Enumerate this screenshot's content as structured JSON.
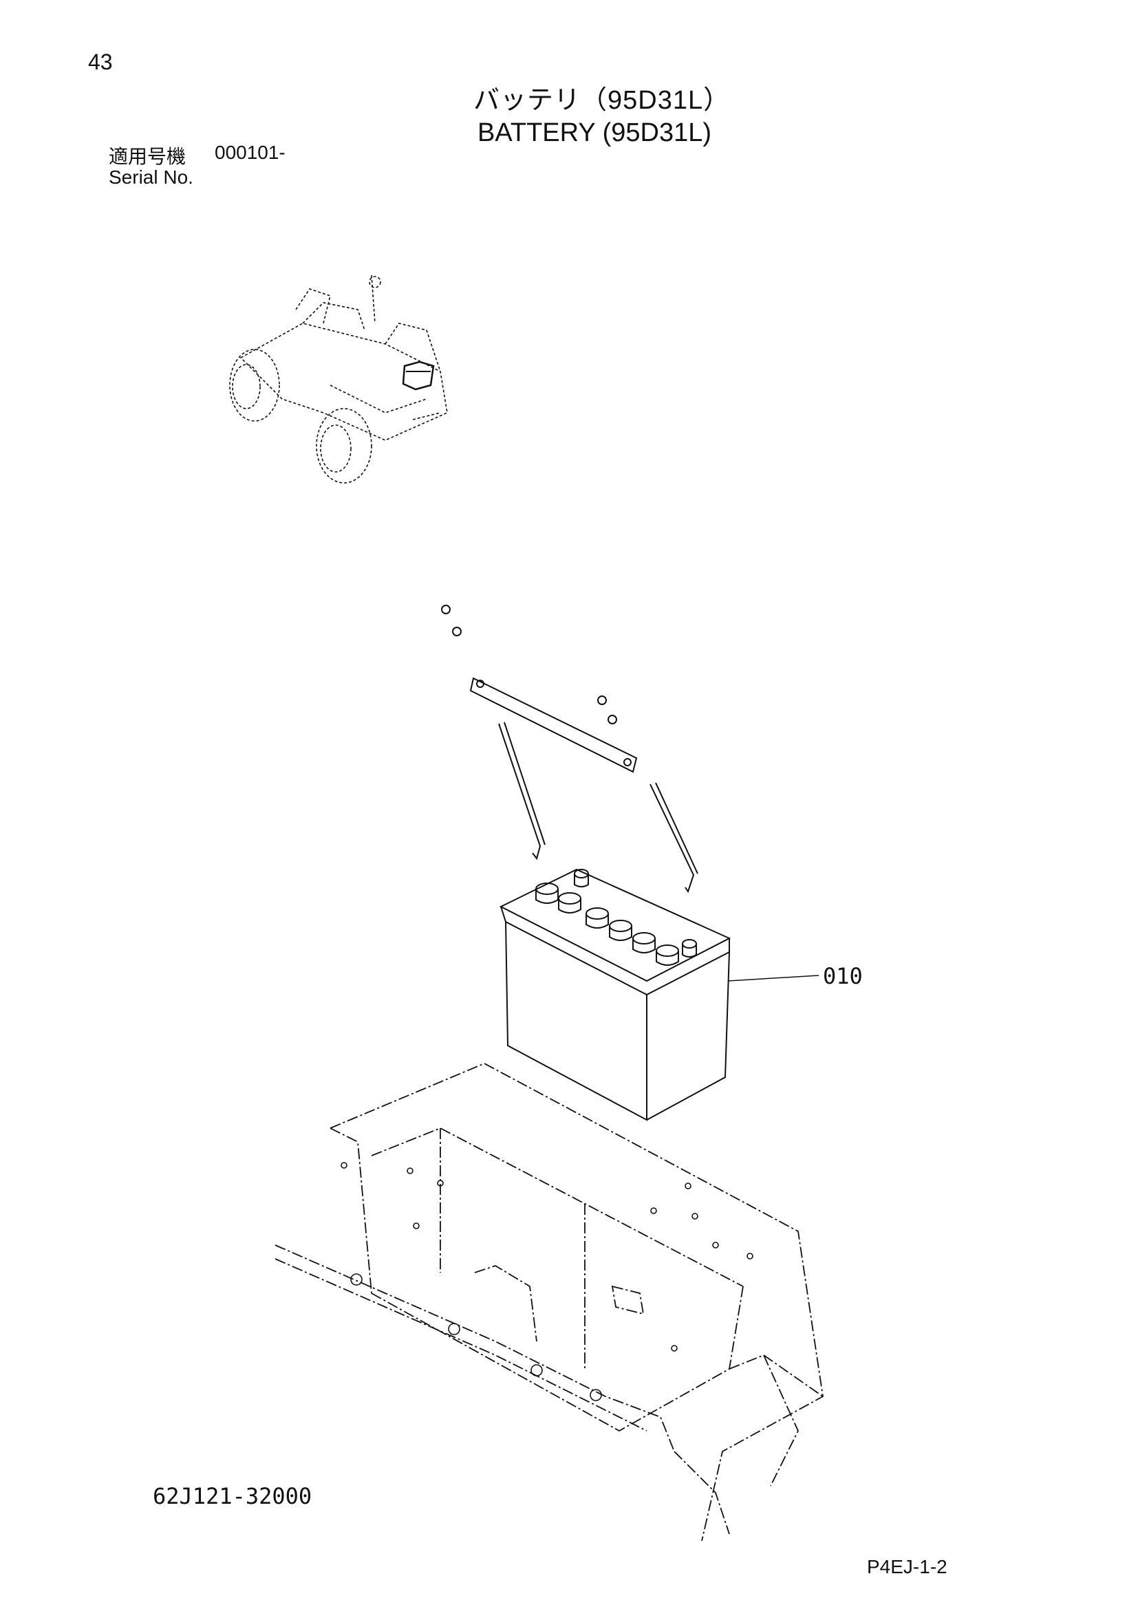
{
  "page": {
    "number": "43",
    "title_jp": "バッテリ（95D31L）",
    "title_en": "BATTERY (95D31L)",
    "serial_label_jp": "適用号機",
    "serial_range": "000101-",
    "serial_label_en": "Serial No.",
    "drawing_number": "62J121-32000",
    "sheet_code": "P4EJ-1-2"
  },
  "callouts": [
    {
      "ref": "010"
    }
  ],
  "colors": {
    "ink": "#111111",
    "background": "#ffffff"
  }
}
